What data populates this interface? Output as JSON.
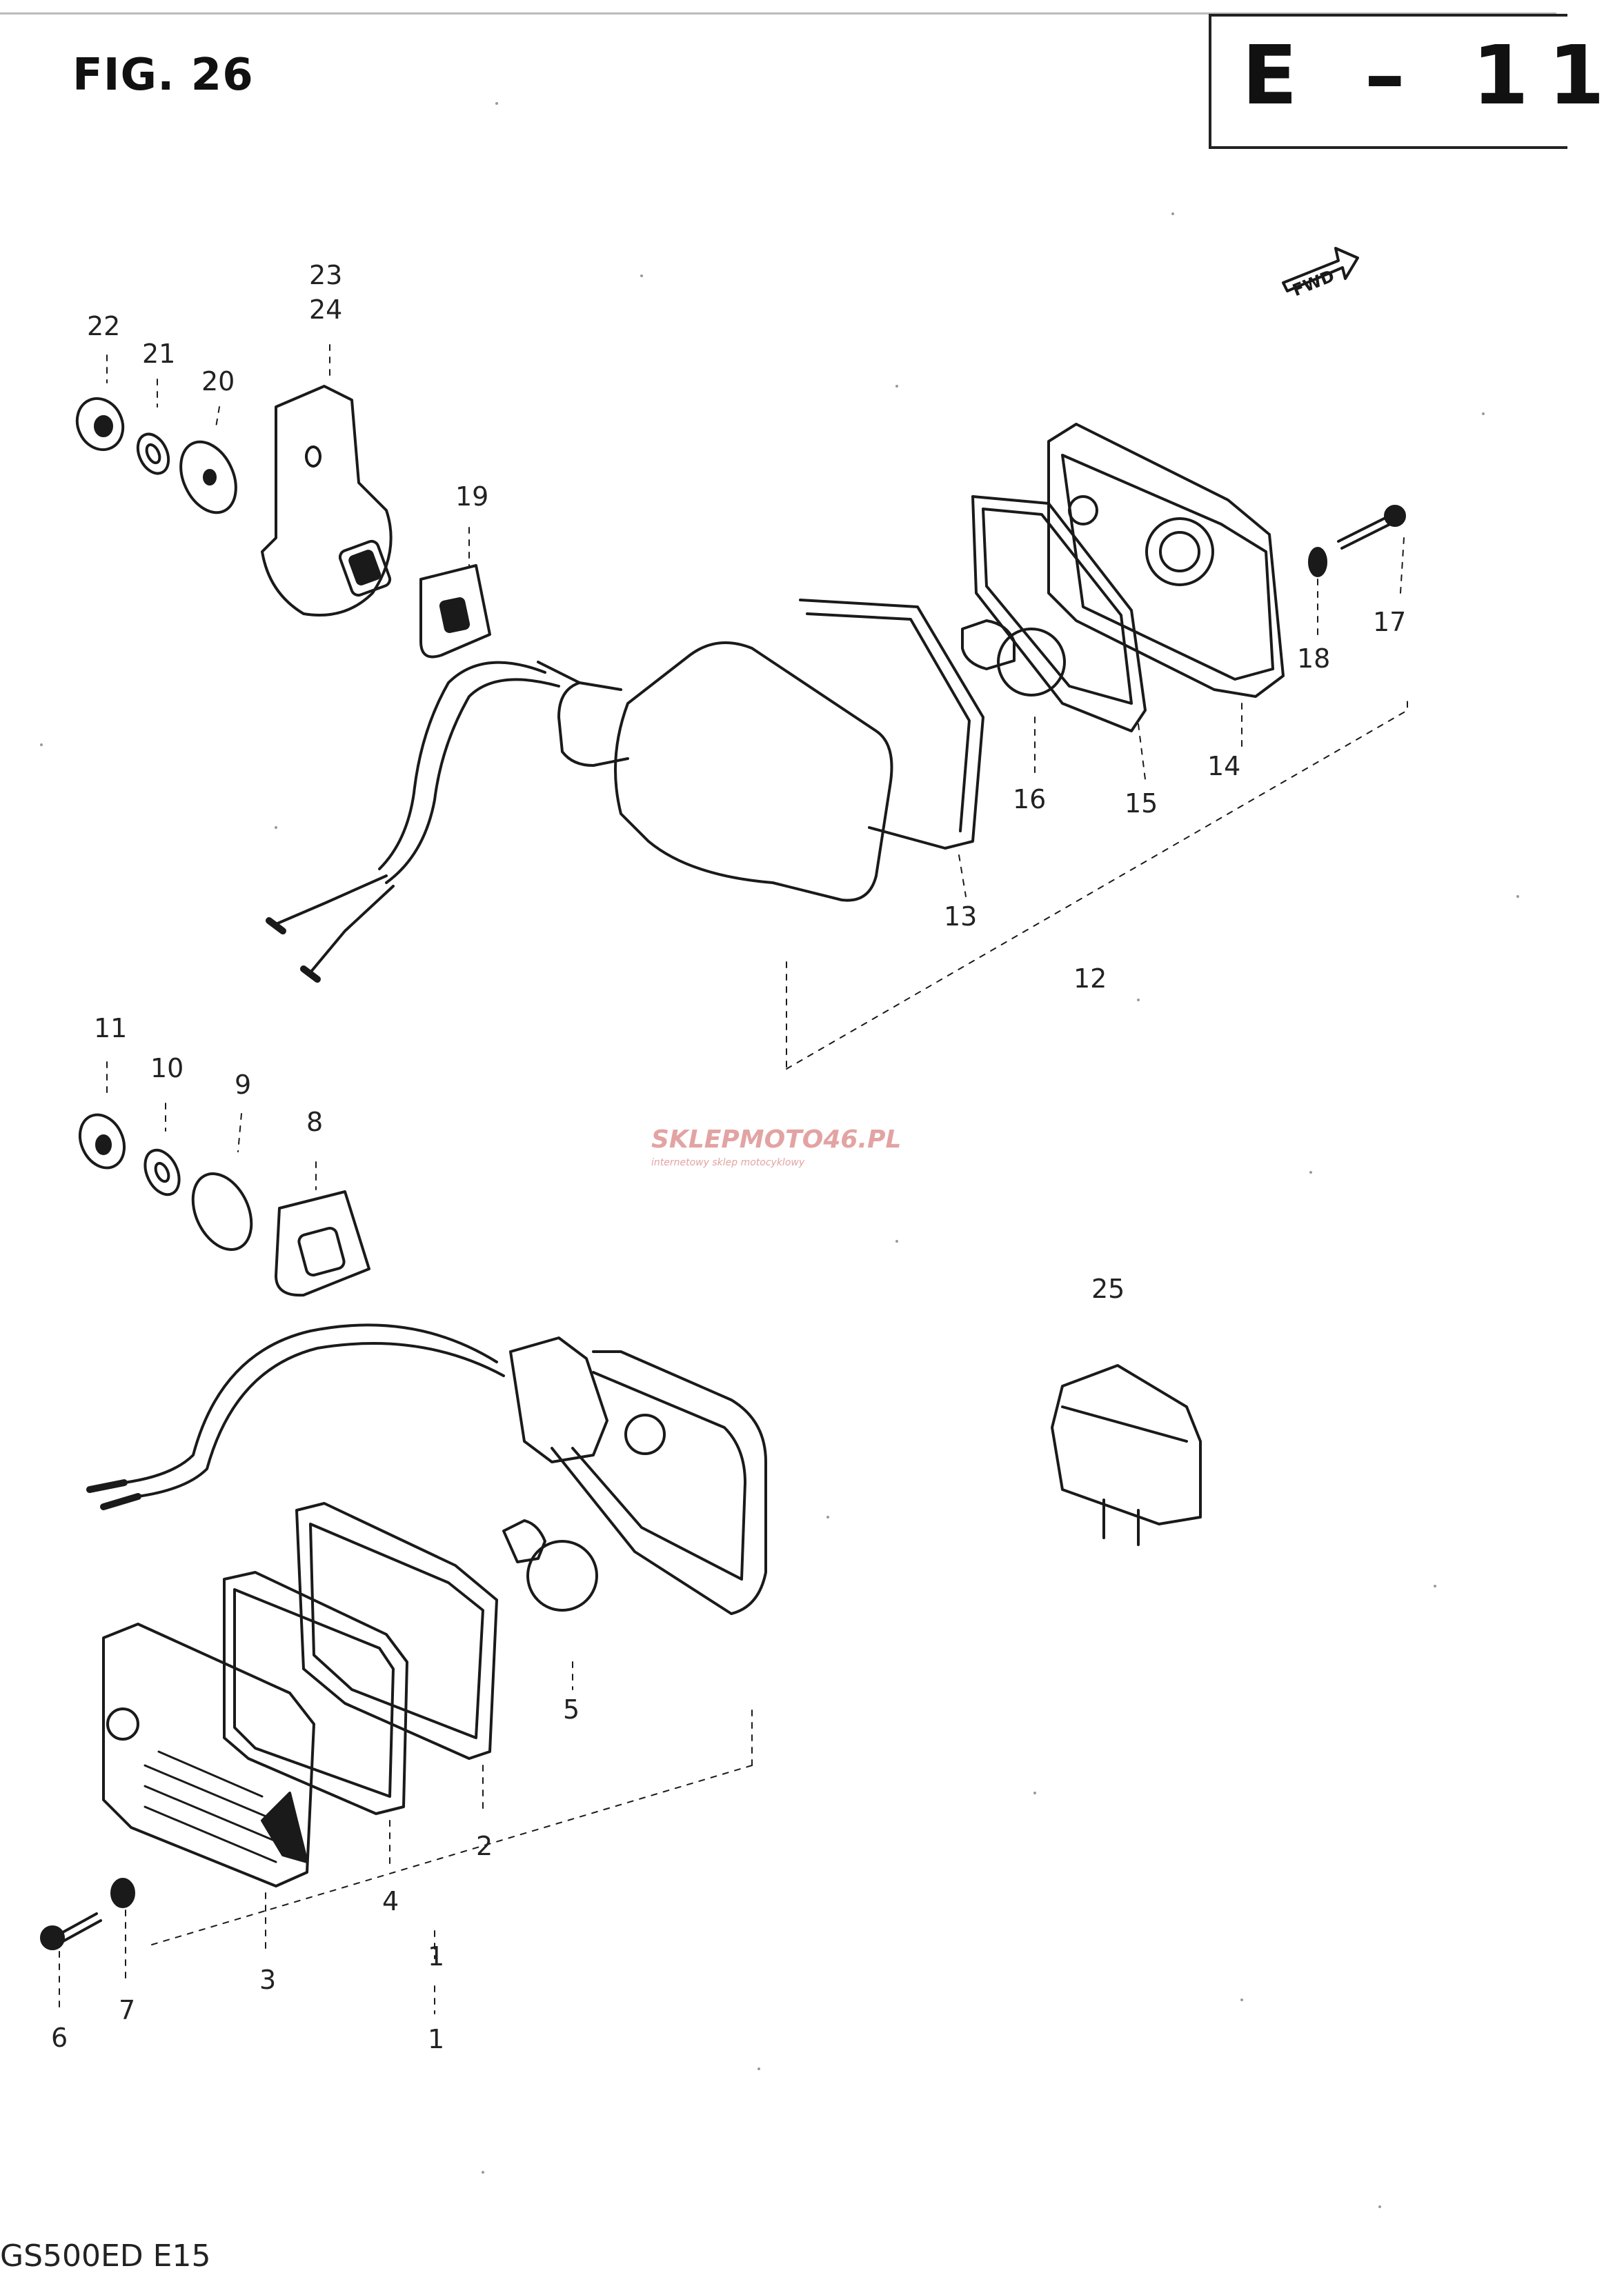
{
  "header": {
    "figure": "FIG. 26",
    "section_code": "E – 11"
  },
  "fwd_arrow": "FWD",
  "watermark": {
    "brand": "SKLEPMOTO46.PL",
    "tagline": "internetowy sklep motocyklowy"
  },
  "part_numbers": {
    "p1a": "1",
    "p1b": "1",
    "p2": "2",
    "p3": "3",
    "p4": "4",
    "p5": "5",
    "p6": "6",
    "p7": "7",
    "p8": "8",
    "p9": "9",
    "p10": "10",
    "p11": "11",
    "p12": "12",
    "p13": "13",
    "p14": "14",
    "p15": "15",
    "p16": "16",
    "p17": "17",
    "p18": "18",
    "p19": "19",
    "p20": "20",
    "p21": "21",
    "p22": "22",
    "p23": "23",
    "p24": "24",
    "p25": "25"
  },
  "footer": {
    "model": "GS500ED E15"
  }
}
